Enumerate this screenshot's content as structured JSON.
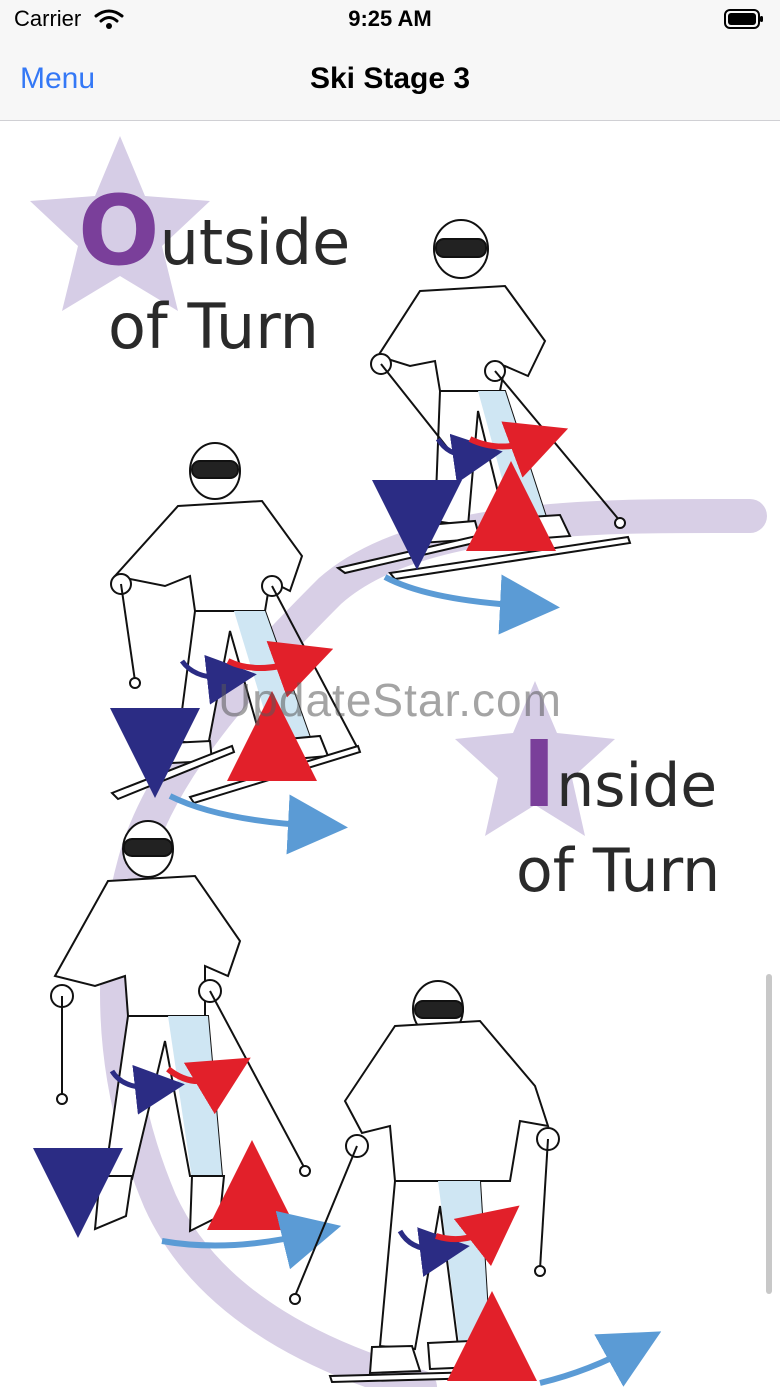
{
  "status_bar": {
    "carrier": "Carrier",
    "time": "9:25 AM"
  },
  "nav_bar": {
    "back_label": "Menu",
    "title": "Ski Stage 3"
  },
  "illustration": {
    "heading_outside": {
      "initial": "O",
      "rest_line1": "utside",
      "line2": "of Turn"
    },
    "heading_inside": {
      "initial": "I",
      "rest_line1": "nside",
      "line2": "of Turn"
    },
    "watermark": "UpdateStar.com",
    "colors": {
      "star": "#d6cde6",
      "trail": "#d8cfe6",
      "pants": "#cfe6f3",
      "arrow_blue": "#5b9bd5",
      "arrow_red": "#e2202a",
      "arrow_navy": "#1d1f6e",
      "accent": "#7a3f9a"
    }
  }
}
